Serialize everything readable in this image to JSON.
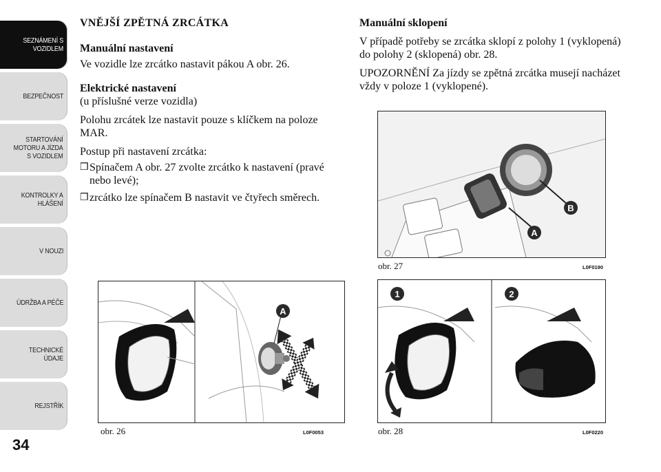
{
  "sidebar": {
    "tabs": [
      {
        "label": "SEZNÁMENÍ S\nVOZIDLEM",
        "active": true
      },
      {
        "label": "BEZPEČNOST",
        "active": false
      },
      {
        "label": "STARTOVÁNÍ\nMOTORU A JÍZDA\nS VOZIDLEM",
        "active": false
      },
      {
        "label": "KONTROLKY A\nHLÁŠENÍ",
        "active": false
      },
      {
        "label": "V NOUZI",
        "active": false
      },
      {
        "label": "ÚDRŽBA A PÉČE",
        "active": false
      },
      {
        "label": "TECHNICKÉ\nÚDAJE",
        "active": false
      },
      {
        "label": "REJSTŘÍK",
        "active": false
      }
    ],
    "page_number": "34"
  },
  "left": {
    "heading": "VNĚJŠÍ ZPĚTNÁ ZRCÁTKA",
    "manual_heading": "Manuální nastavení",
    "manual_text": "Ve vozidle lze zrcátko nastavit pákou A obr. 26.",
    "electric_heading": "Elektrické nastavení",
    "electric_sub": "(u příslušné verze vozidla)",
    "electric_text": "Polohu zrcátek lze nastavit pouze s klíčkem na poloze MAR.",
    "procedure": "Postup při nastavení zrcátka:",
    "bullets": [
      "Spínačem A obr. 27 zvolte zrcátko k nastavení (pravé nebo levé);",
      "zrcátko lze spínačem B nastavit ve čtyřech směrech."
    ],
    "bullet_symbol": "❒"
  },
  "right": {
    "fold_heading": "Manuální sklopení",
    "fold_text": "V případě potřeby se zrcátka sklopí z polohy 1 (vyklopená) do polohy 2 (sklopená) obr. 28.",
    "warning": "UPOZORNĚNÍ Za jízdy se zpětná zrcátka musejí nacházet vždy v poloze 1 (vyklopené)."
  },
  "figures": {
    "fig26": {
      "caption": "obr. 26",
      "code": "L0F0053",
      "marker": "A"
    },
    "fig27": {
      "caption": "obr. 27",
      "code": "L0F0190",
      "marker_a": "A",
      "marker_b": "B"
    },
    "fig28": {
      "caption": "obr. 28",
      "code": "L0F0220",
      "marker_1": "1",
      "marker_2": "2"
    }
  }
}
